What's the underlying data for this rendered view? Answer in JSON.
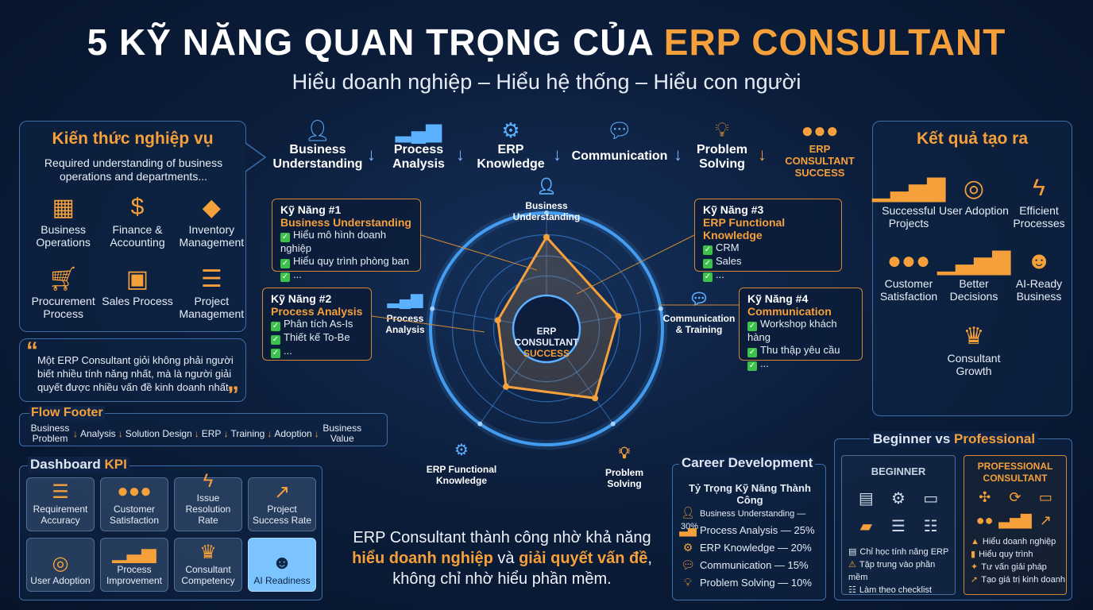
{
  "header": {
    "title_main": "5 KỸ NĂNG QUAN TRỌNG CỦA ",
    "title_accent": "ERP CONSULTANT",
    "subtitle": "Hiểu doanh nghiệp – Hiểu hệ thống – Hiểu con người"
  },
  "knowledge": {
    "title": "Kiến thức nghiệp vụ",
    "desc": "Required understanding of business operations and departments...",
    "items": [
      {
        "label": "Business Operations",
        "icon": "building-icon"
      },
      {
        "label": "Finance & Accounting",
        "icon": "coins-icon"
      },
      {
        "label": "Inventory Management",
        "icon": "box-icon"
      },
      {
        "label": "Procurement Process",
        "icon": "cart-icon"
      },
      {
        "label": "Sales Process",
        "icon": "briefcase-icon"
      },
      {
        "label": "Project Management",
        "icon": "clipboard-icon"
      }
    ]
  },
  "quote": {
    "text": "Một ERP Consultant giỏi không phải người biết nhiều tính năng nhất, mà là người giải quyết được nhiều vấn đề kinh doanh nhất."
  },
  "flow_footer": {
    "title": "Flow Footer",
    "steps": [
      "Business Problem",
      "Analysis",
      "Solution Design",
      "ERP",
      "Training",
      "Adoption",
      "Business Value"
    ]
  },
  "kpi": {
    "title_a": "Dashboard ",
    "title_b": "KPI",
    "items": [
      {
        "label": "Requirement Accuracy",
        "icon": "clipboard-icon"
      },
      {
        "label": "Customer Satisfaction",
        "icon": "users-icon"
      },
      {
        "label": "Issue Resolution Rate",
        "icon": "bolt-icon"
      },
      {
        "label": "Project Success Rate",
        "icon": "trend-icon"
      },
      {
        "label": "User Adoption",
        "icon": "target-icon"
      },
      {
        "label": "Process Improvement",
        "icon": "bar-chart-icon"
      },
      {
        "label": "Consultant Competency",
        "icon": "trophy-icon"
      },
      {
        "label": "AI Readiness",
        "icon": "robot-icon"
      }
    ]
  },
  "top_flow": {
    "items": [
      "Business Understanding",
      "Process Analysis",
      "ERP Knowledge",
      "Communication",
      "Problem Solving"
    ],
    "final": "ERP CONSULTANT SUCCESS"
  },
  "skills": [
    {
      "num": "Kỹ Năng #1",
      "name": "Business Understanding",
      "bullets": [
        "Hiểu mô hình doanh nghiệp",
        "Hiểu quy trình phòng ban",
        "..."
      ]
    },
    {
      "num": "Kỹ Năng #2",
      "name": "Process Analysis",
      "bullets": [
        "Phân tích As-Is",
        "Thiết kế To-Be",
        "..."
      ]
    },
    {
      "num": "Kỹ Năng #3",
      "name": "ERP Functional Knowledge",
      "bullets": [
        "CRM",
        "Sales",
        "..."
      ]
    },
    {
      "num": "Kỹ Năng #4",
      "name": "Communication",
      "bullets": [
        "Workshop khách hàng",
        "Thu thập yêu cầu",
        "..."
      ]
    }
  ],
  "radar": {
    "center_1": "ERP",
    "center_2": "CONSULTANT",
    "center_3": "SUCCESS",
    "axes": [
      "Business Understanding",
      "Process Analysis",
      "ERP Functional Knowledge",
      "Problem Solving",
      "Communication & Training"
    ],
    "values": [
      0.78,
      0.42,
      0.6,
      0.72,
      0.62
    ]
  },
  "results": {
    "title": "Kết quả tạo ra",
    "items": [
      {
        "label": "Successful Projects",
        "icon": "bar-chart-icon"
      },
      {
        "label": "User Adoption",
        "icon": "target-icon"
      },
      {
        "label": "Efficient Processes",
        "icon": "bolt-icon"
      },
      {
        "label": "Customer Satisfaction",
        "icon": "users-icon"
      },
      {
        "label": "Better Decisions",
        "icon": "bar-chart-icon"
      },
      {
        "label": "AI-Ready Business",
        "icon": "robot-icon"
      },
      {
        "label": "Consultant Growth",
        "icon": "trophy-icon"
      }
    ]
  },
  "message": {
    "line1": "ERP Consultant thành công nhờ khả năng",
    "line2_a": "hiểu doanh nghiệp",
    "line2_b": " và ",
    "line2_c": "giải quyết vấn đề",
    "line2_d": ",",
    "line3": "không chỉ nhờ hiểu phần mềm."
  },
  "career": {
    "title": "Career Development",
    "subtitle": "Tỷ Trọng Kỹ Năng Thành Công",
    "rows": [
      {
        "label": "Business Understanding — 30%",
        "icon": "person-icon"
      },
      {
        "label": "Process Analysis — 25%",
        "icon": "bar-chart-icon"
      },
      {
        "label": "ERP Knowledge — 20%",
        "icon": "gear-icon"
      },
      {
        "label": "Communication — 15%",
        "icon": "chat-icon"
      },
      {
        "label": "Problem Solving — 10%",
        "icon": "bulb-icon"
      }
    ]
  },
  "bvp": {
    "title_a": "Beginner vs ",
    "title_b": "Professional",
    "beginner": {
      "title": "BEGINNER",
      "items": [
        "Chỉ học tính năng ERP",
        "Tập trung vào phần mềm",
        "Làm theo checklist"
      ]
    },
    "professional": {
      "title": "PROFESSIONAL CONSULTANT",
      "items": [
        "Hiểu doanh nghiệp",
        "Hiểu quy trình",
        "Tư vấn giải pháp",
        "Tạo giá trị kinh doanh"
      ]
    }
  },
  "colors": {
    "accent": "#f5a03a",
    "blue": "#5bb0ff",
    "bg": "#0c1e3c"
  }
}
